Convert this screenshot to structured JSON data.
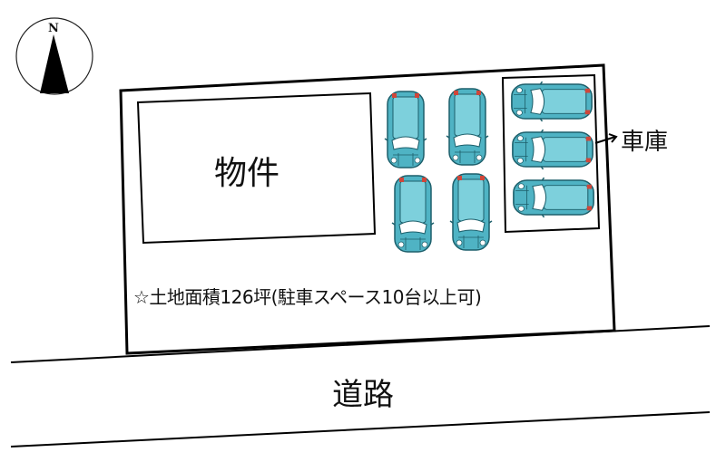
{
  "compass": {
    "label": "N"
  },
  "building": {
    "label": "物件"
  },
  "garage": {
    "label": "車庫"
  },
  "land_note": "☆土地面積126坪(駐車スペース10台以上可)",
  "road": {
    "label": "道路"
  },
  "colors": {
    "car_body": "#4fb3c4",
    "car_outline": "#1d5f6b",
    "tail_light": "#d0463a",
    "line": "#000000"
  }
}
